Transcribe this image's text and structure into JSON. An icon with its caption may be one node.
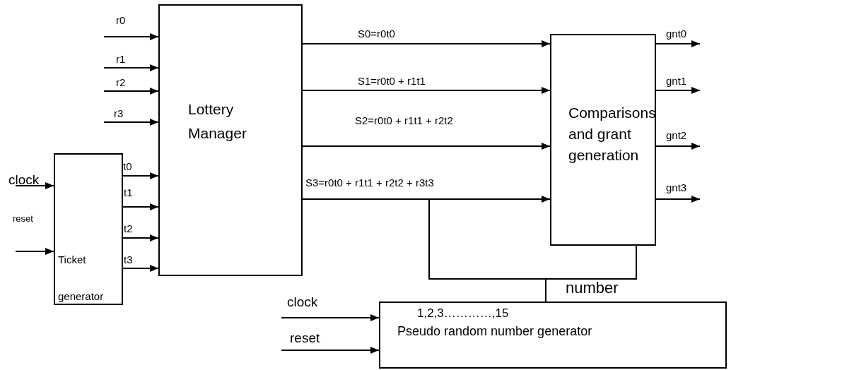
{
  "diagram": {
    "nodes": [
      {
        "text": [
          "Lottery Manager"
        ]
      },
      {
        "text": [
          "Comparisons and grant generation"
        ]
      },
      {
        "text": [
          "Ticket",
          "generator"
        ]
      },
      {
        "text": [
          "1,2,3…………,15",
          "Pseudo random number generator"
        ]
      }
    ],
    "edges": [
      {
        "from": null,
        "to": 0,
        "arrow": "to",
        "label": "r0"
      },
      {
        "from": null,
        "to": 0,
        "arrow": "to",
        "label": "r1"
      },
      {
        "from": null,
        "to": 0,
        "arrow": "to",
        "label": "r2"
      },
      {
        "from": null,
        "to": 0,
        "arrow": "to",
        "label": "r3"
      },
      {
        "from": null,
        "to": 2,
        "arrow": "to",
        "label": "clock"
      },
      {
        "from": null,
        "to": 2,
        "arrow": "to",
        "label": "reset"
      },
      {
        "from": 2,
        "to": 0,
        "arrow": "to",
        "label": "t0"
      },
      {
        "from": 2,
        "to": 0,
        "arrow": "to",
        "label": "t1"
      },
      {
        "from": 2,
        "to": 0,
        "arrow": "to",
        "label": "t2"
      },
      {
        "from": 2,
        "to": 0,
        "arrow": "to",
        "label": "t3"
      },
      {
        "from": 0,
        "to": 1,
        "arrow": "to",
        "label": "S0=r0t0"
      },
      {
        "from": 0,
        "to": 1,
        "arrow": "to",
        "label": "S1=r0t0 + r1t1"
      },
      {
        "from": 0,
        "to": 1,
        "arrow": "to",
        "label": "S2=r0t0 + r1t1 + r2t2"
      },
      {
        "from": 0,
        "to": 1,
        "arrow": "to",
        "label": "S3=r0t0 + r1t1 + r2t2 + r3t3"
      },
      {
        "from": 1,
        "to": null,
        "arrow": "to",
        "label": "gnt0"
      },
      {
        "from": 1,
        "to": null,
        "arrow": "to",
        "label": "gnt1"
      },
      {
        "from": 1,
        "to": null,
        "arrow": "to",
        "label": "gnt2"
      },
      {
        "from": 1,
        "to": null,
        "arrow": "to",
        "label": "gnt3"
      },
      {
        "from": null,
        "to": 3,
        "arrow": "to",
        "label": "clock"
      },
      {
        "from": null,
        "to": 3,
        "arrow": "to",
        "label": "reset"
      },
      {
        "from": 3,
        "to": 1,
        "arrow": "none",
        "label": "number"
      },
      {
        "from": 3,
        "to": null,
        "arrow": "none"
      }
    ]
  }
}
